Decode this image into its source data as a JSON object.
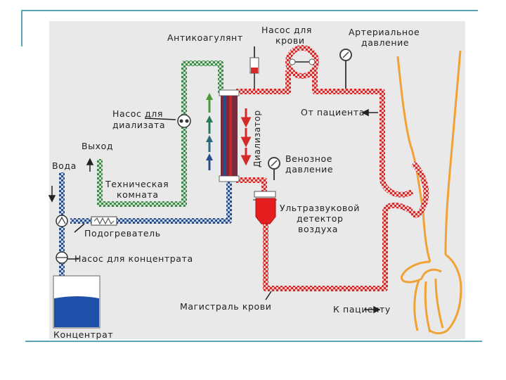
{
  "labels": {
    "anticoagulant": "Антикоагулянт",
    "blood_pump_line1": "Насос для",
    "blood_pump_line2": "крови",
    "arterial_line1": "Артериальное",
    "arterial_line2": "давление",
    "from_patient": "От пациента",
    "dialysate_pump_line1": "Насос для",
    "dialysate_pump_line2": "диализата",
    "outlet": "Выход",
    "water": "Вода",
    "technical_line1": "Техническая",
    "technical_line2": "комната",
    "dialyzer": "Диализатор",
    "venous_line1": "Венозное",
    "venous_line2": "давление",
    "ultrasonic_line1": "Ультразвуковой",
    "ultrasonic_line2": "детектор",
    "ultrasonic_line3": "воздуха",
    "heater": "Подогреватель",
    "concentrate_pump": "Насос для концентрата",
    "blood_line": "Магистраль крови",
    "to_patient": "К пациенту",
    "concentrate": "Концентрат"
  },
  "colors": {
    "blood": "#d42a2a",
    "dialysate_fresh": "#2a4e8c",
    "dialysate_used": "#3f8a4a",
    "skin": "#f0a235",
    "concentrate_fluid": "#1f4fa8",
    "frame": "#5aa6b5"
  }
}
